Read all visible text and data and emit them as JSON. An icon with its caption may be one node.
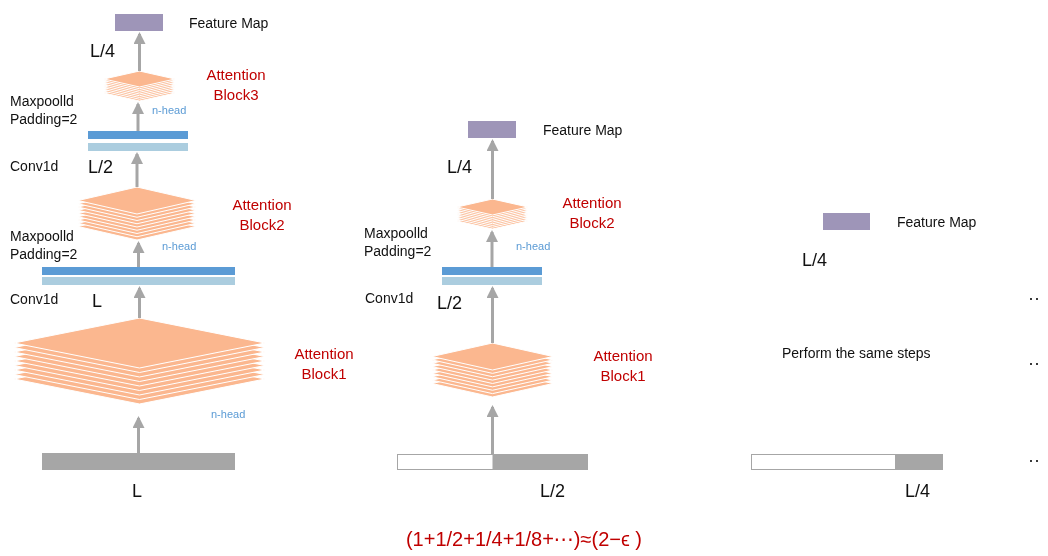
{
  "diagram": {
    "caption": "(1+1/2+1/4+1/8+⋯)≈(2−ϵ )",
    "nodes": [
      {
        "text": [],
        "shape": "bar",
        "beside": [
          "L"
        ]
      },
      {
        "text": [],
        "shape": "diamond",
        "beside": [
          "Attention Block1"
        ]
      },
      {
        "text": [],
        "shape": "bar"
      },
      {
        "text": [],
        "shape": "diamond",
        "beside": [
          "Attention Block2"
        ]
      },
      {
        "text": [],
        "shape": "bar"
      },
      {
        "text": [],
        "shape": "diamond",
        "beside": [
          "Attention Block3"
        ]
      },
      {
        "text": [],
        "shape": "box",
        "beside": [
          "Feature Map"
        ]
      },
      {
        "text": [],
        "shape": "bar",
        "beside": [
          "L/2"
        ]
      },
      {
        "text": [],
        "shape": "diamond",
        "beside": [
          "Attention Block1"
        ]
      },
      {
        "text": [],
        "shape": "bar"
      },
      {
        "text": [],
        "shape": "diamond",
        "beside": [
          "Attention Block2"
        ]
      },
      {
        "text": [],
        "shape": "box",
        "beside": [
          "Feature Map"
        ]
      },
      {
        "text": [],
        "shape": "box",
        "beside": [
          "Feature Map"
        ]
      },
      {
        "text": [],
        "shape": "bar",
        "beside": [
          "L/4"
        ]
      }
    ],
    "edges": [
      {
        "from": 0,
        "to": 1,
        "arrow": "to"
      },
      {
        "from": 1,
        "to": 2,
        "arrow": "to"
      },
      {
        "from": 2,
        "to": 3,
        "arrow": "to"
      },
      {
        "from": 3,
        "to": 4,
        "arrow": "to"
      },
      {
        "from": 4,
        "to": 5,
        "arrow": "to"
      },
      {
        "from": 5,
        "to": 6,
        "arrow": "to"
      },
      {
        "from": 7,
        "to": 8,
        "arrow": "to"
      },
      {
        "from": 8,
        "to": 9,
        "arrow": "to"
      },
      {
        "from": 9,
        "to": 10,
        "arrow": "to"
      },
      {
        "from": 10,
        "to": 11,
        "arrow": "to"
      }
    ],
    "labels": [
      "L/4",
      "Maxpoolld Padding=2",
      "n-head",
      "Conv1d",
      "L/2",
      "Maxpoolld Padding=2",
      "n-head",
      "Conv1d",
      "L",
      "n-head",
      "L/4",
      "Maxpoolld Padding=2",
      "n-head",
      "Conv1d",
      "L/2",
      "L/4",
      "Perform the same steps",
      "··",
      "··",
      "··"
    ]
  }
}
